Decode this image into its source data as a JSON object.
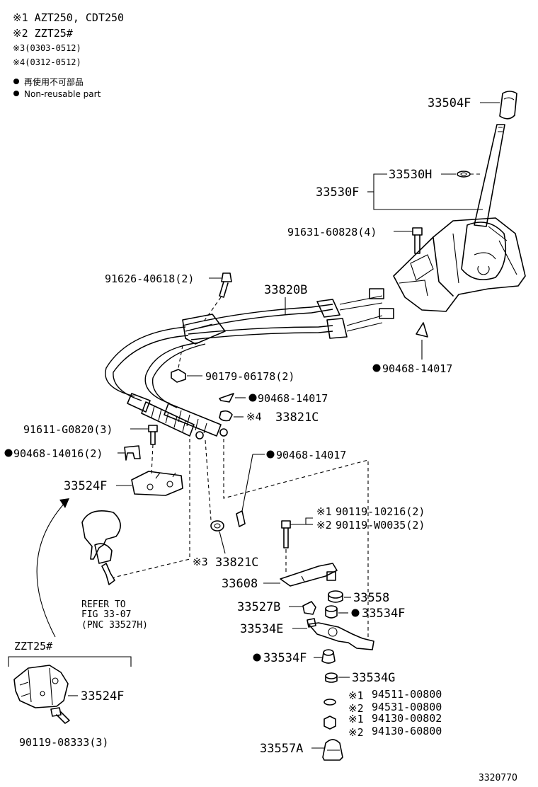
{
  "header": {
    "note1": "※1 AZT250, CDT250",
    "note2": "※2 ZZT25#",
    "note3": "※3(0303-0512)",
    "note4": "※4(0312-0512)",
    "legend_jp": "再使用不可部品",
    "legend_en": "Non-reusable part"
  },
  "labels": {
    "p33504F": "33504F",
    "p33530H": "33530H",
    "p33530F": "33530F",
    "p91631": "91631-60828(4)",
    "p91626": "91626-40618(2)",
    "p33820B": "33820B",
    "p90468a": "90468-14017",
    "p90179": "90179-06178(2)",
    "p90468b": "90468-14017",
    "mark4": "※4",
    "p33821Ca": "33821C",
    "p91611": "91611-G0820(3)",
    "p90468c": "90468-14016(2)",
    "p90468d": "90468-14017",
    "p33524Fa": "33524F",
    "mark1a": "※1",
    "p90119a": "90119-10216(2)",
    "mark2a": "※2",
    "p90119b": "90119-W0035(2)",
    "mark3": "※3",
    "p33821Cb": "33821C",
    "p33608": "33608",
    "p33558": "33558",
    "p33527B": "33527B",
    "p33534Fa": "33534F",
    "p33534E": "33534E",
    "p33534Fb": "33534F",
    "p33534G": "33534G",
    "mark1b": "※1",
    "p94511": "94511-00800",
    "mark2b": "※2",
    "p94531": "94531-00800",
    "mark1c": "※1",
    "p94130a": "94130-00802",
    "mark2c": "※2",
    "p94130b": "94130-60800",
    "p33557A": "33557A",
    "ref1": "REFER TO",
    "ref2": "FIG 33-07",
    "ref3": "(PNC 33527H)",
    "zzt": "ZZT25#",
    "p33524Fb": "33524F",
    "p90119c": "90119-08333(3)",
    "fig_id": "332077O"
  }
}
